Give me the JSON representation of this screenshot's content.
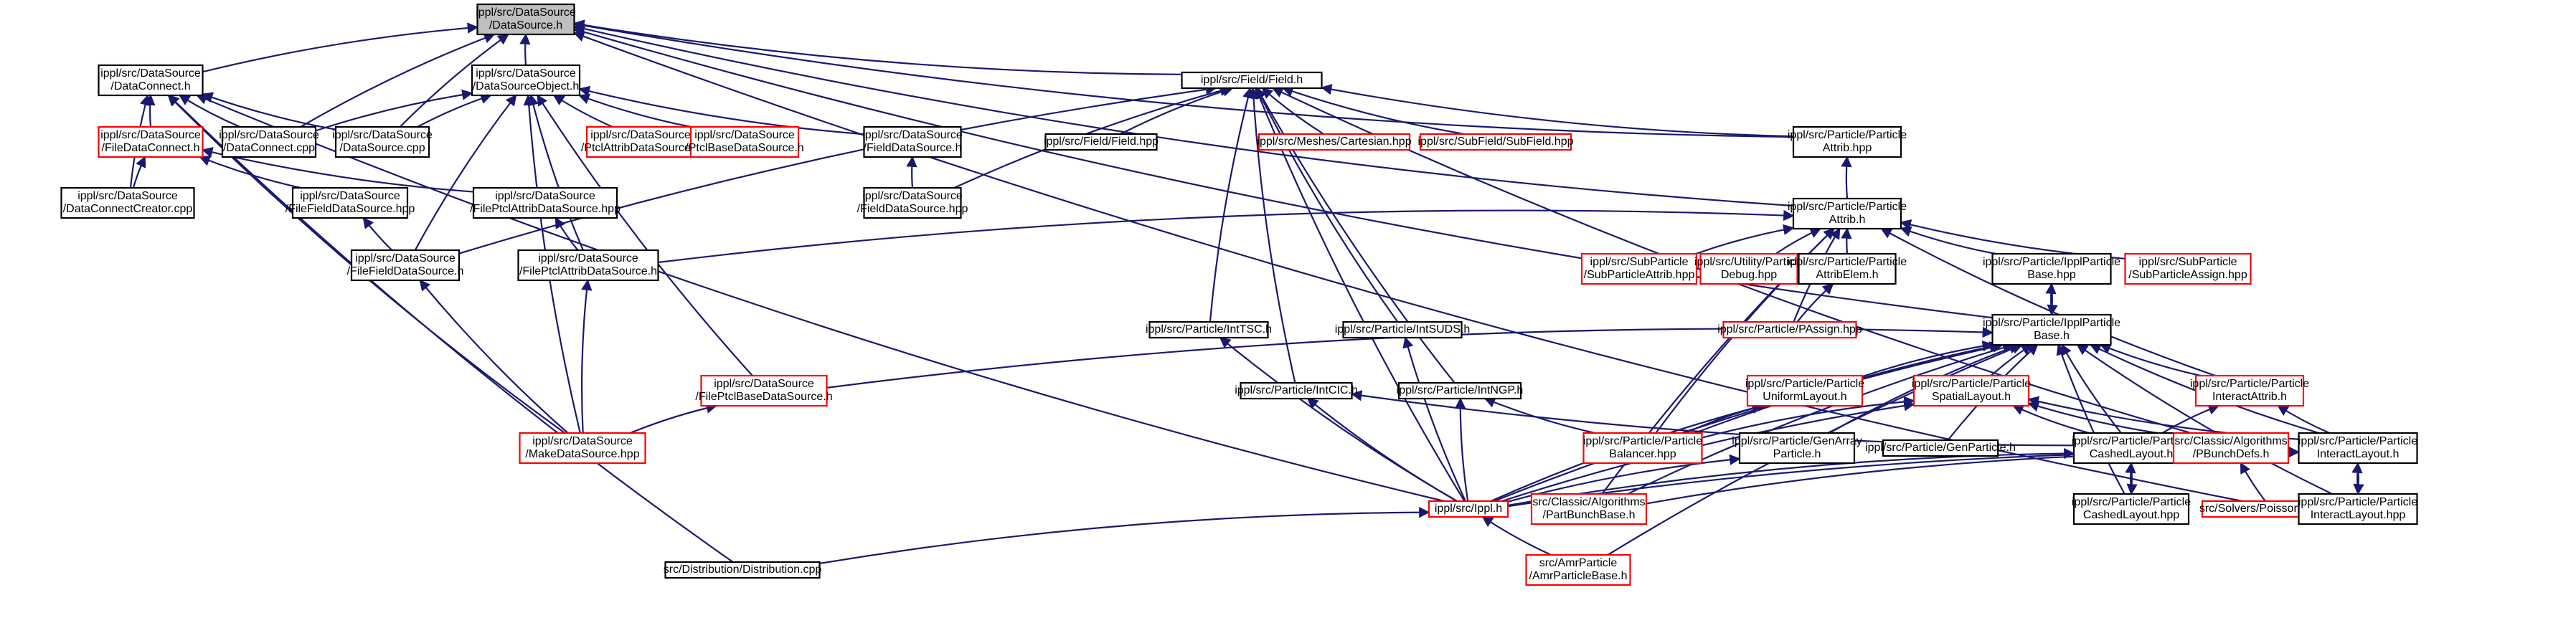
{
  "graph": {
    "edge_color": "#191970",
    "root_fill": "#bfbfbf",
    "nodes": [
      {
        "id": "n0",
        "lines": [
          "ippl/src/DataSource",
          "/DataSource.h"
        ],
        "color": "root"
      },
      {
        "id": "n1",
        "lines": [
          "ippl/src/DataSource",
          "/DataConnect.h"
        ],
        "color": "black"
      },
      {
        "id": "n2",
        "lines": [
          "ippl/src/DataSource",
          "/DataSourceObject.h"
        ],
        "color": "black"
      },
      {
        "id": "n3",
        "lines": [
          "ippl/src/Field/Field.h"
        ],
        "color": "black"
      },
      {
        "id": "n4",
        "lines": [
          "ippl/src/DataSource",
          "/FileDataConnect.h"
        ],
        "color": "red"
      },
      {
        "id": "n5",
        "lines": [
          "ippl/src/DataSource",
          "/DataConnect.cpp"
        ],
        "color": "black"
      },
      {
        "id": "n6",
        "lines": [
          "ippl/src/DataSource",
          "/DataSource.cpp"
        ],
        "color": "black"
      },
      {
        "id": "n7",
        "lines": [
          "ippl/src/DataSource",
          "/PtclAttribDataSource.h"
        ],
        "color": "red"
      },
      {
        "id": "n8",
        "lines": [
          "ippl/src/DataSource",
          "/PtclBaseDataSource.h"
        ],
        "color": "red"
      },
      {
        "id": "n9",
        "lines": [
          "ippl/src/DataSource",
          "/FieldDataSource.h"
        ],
        "color": "black"
      },
      {
        "id": "n10",
        "lines": [
          "ippl/src/Field/Field.hpp"
        ],
        "color": "black"
      },
      {
        "id": "n11",
        "lines": [
          "ippl/src/Meshes/Cartesian.hpp"
        ],
        "color": "red"
      },
      {
        "id": "n12",
        "lines": [
          "ippl/src/SubField/SubField.hpp"
        ],
        "color": "red"
      },
      {
        "id": "n13",
        "lines": [
          "ippl/src/Particle/Particle",
          "Attrib.hpp"
        ],
        "color": "black"
      },
      {
        "id": "n14",
        "lines": [
          "ippl/src/DataSource",
          "/DataConnectCreator.cpp"
        ],
        "color": "black"
      },
      {
        "id": "n15",
        "lines": [
          "ippl/src/DataSource",
          "/FileFieldDataSource.hpp"
        ],
        "color": "black"
      },
      {
        "id": "n16",
        "lines": [
          "ippl/src/DataSource",
          "/FilePtclAttribDataSource.hpp"
        ],
        "color": "black"
      },
      {
        "id": "n17",
        "lines": [
          "ippl/src/DataSource",
          "/FieldDataSource.hpp"
        ],
        "color": "black"
      },
      {
        "id": "n18",
        "lines": [
          "ippl/src/Particle/Particle",
          "Attrib.h"
        ],
        "color": "black"
      },
      {
        "id": "n19",
        "lines": [
          "ippl/src/DataSource",
          "/FileFieldDataSource.h"
        ],
        "color": "black"
      },
      {
        "id": "n20",
        "lines": [
          "ippl/src/DataSource",
          "/FilePtclAttribDataSource.h"
        ],
        "color": "black"
      },
      {
        "id": "n21",
        "lines": [
          "ippl/src/SubParticle",
          "/SubParticleAttrib.hpp"
        ],
        "color": "red"
      },
      {
        "id": "n22",
        "lines": [
          "ippl/src/Utility/Particle",
          "Debug.hpp"
        ],
        "color": "red"
      },
      {
        "id": "n23",
        "lines": [
          "ippl/src/Particle/Particle",
          "AttribElem.h"
        ],
        "color": "black"
      },
      {
        "id": "n24",
        "lines": [
          "ippl/src/Particle/IpplParticle",
          "Base.hpp"
        ],
        "color": "black"
      },
      {
        "id": "n25",
        "lines": [
          "ippl/src/SubParticle",
          "/SubParticleAssign.hpp"
        ],
        "color": "red"
      },
      {
        "id": "n26",
        "lines": [
          "ippl/src/Particle/IntTSC.h"
        ],
        "color": "black"
      },
      {
        "id": "n27",
        "lines": [
          "ippl/src/Particle/IntSUDS.h"
        ],
        "color": "black"
      },
      {
        "id": "n28",
        "lines": [
          "ippl/src/Particle/PAssign.hpp"
        ],
        "color": "red"
      },
      {
        "id": "n29",
        "lines": [
          "ippl/src/Particle/IpplParticle",
          "Base.h"
        ],
        "color": "black"
      },
      {
        "id": "n30",
        "lines": [
          "ippl/src/DataSource",
          "/FilePtclBaseDataSource.h"
        ],
        "color": "red"
      },
      {
        "id": "n31",
        "lines": [
          "ippl/src/Particle/IntCIC.h"
        ],
        "color": "black"
      },
      {
        "id": "n32",
        "lines": [
          "ippl/src/Particle/IntNGP.h"
        ],
        "color": "black"
      },
      {
        "id": "n33",
        "lines": [
          "ippl/src/Particle/Particle",
          "UniformLayout.h"
        ],
        "color": "red"
      },
      {
        "id": "n34",
        "lines": [
          "ippl/src/Particle/Particle",
          "SpatialLayout.h"
        ],
        "color": "red"
      },
      {
        "id": "n35",
        "lines": [
          "ippl/src/Particle/Particle",
          "InteractAttrib.h"
        ],
        "color": "red"
      },
      {
        "id": "n36",
        "lines": [
          "ippl/src/DataSource",
          "/MakeDataSource.hpp"
        ],
        "color": "red"
      },
      {
        "id": "n37",
        "lines": [
          "ippl/src/Particle/Particle",
          "Balancer.hpp"
        ],
        "color": "red"
      },
      {
        "id": "n38",
        "lines": [
          "ippl/src/Particle/GenArray",
          "Particle.h"
        ],
        "color": "black"
      },
      {
        "id": "n39",
        "lines": [
          "ippl/src/Particle/GenParticle.h"
        ],
        "color": "black"
      },
      {
        "id": "n40",
        "lines": [
          "ippl/src/Particle/Particle",
          "CashedLayout.h"
        ],
        "color": "black"
      },
      {
        "id": "n41",
        "lines": [
          "src/Classic/Algorithms",
          "/PBunchDefs.h"
        ],
        "color": "red"
      },
      {
        "id": "n42",
        "lines": [
          "ippl/src/Particle/Particle",
          "InteractLayout.h"
        ],
        "color": "black"
      },
      {
        "id": "n43",
        "lines": [
          "ippl/src/Ippl.h"
        ],
        "color": "red"
      },
      {
        "id": "n44",
        "lines": [
          "src/Classic/Algorithms",
          "/PartBunchBase.h"
        ],
        "color": "red"
      },
      {
        "id": "n45",
        "lines": [
          "ippl/src/Particle/Particle",
          "CashedLayout.hpp"
        ],
        "color": "black"
      },
      {
        "id": "n46",
        "lines": [
          "src/Solvers/PoissonSolver.h"
        ],
        "color": "red"
      },
      {
        "id": "n47",
        "lines": [
          "ippl/src/Particle/Particle",
          "InteractLayout.hpp"
        ],
        "color": "black"
      },
      {
        "id": "n48",
        "lines": [
          "src/Distribution/Distribution.cpp"
        ],
        "color": "black"
      },
      {
        "id": "n49",
        "lines": [
          "src/AmrParticle",
          "/AmrParticleBase.h"
        ],
        "color": "red"
      }
    ],
    "edges": [
      [
        "n1",
        "n0"
      ],
      [
        "n2",
        "n0"
      ],
      [
        "n3",
        "n0"
      ],
      [
        "n5",
        "n0"
      ],
      [
        "n6",
        "n0"
      ],
      [
        "n13",
        "n0"
      ],
      [
        "n18",
        "n0"
      ],
      [
        "n29",
        "n0"
      ],
      [
        "n46",
        "n0"
      ],
      [
        "n4",
        "n1"
      ],
      [
        "n5",
        "n1"
      ],
      [
        "n6",
        "n1"
      ],
      [
        "n14",
        "n1"
      ],
      [
        "n36",
        "n1"
      ],
      [
        "n43",
        "n1"
      ],
      [
        "n48",
        "n1"
      ],
      [
        "n14",
        "n4"
      ],
      [
        "n15",
        "n4"
      ],
      [
        "n16",
        "n4"
      ],
      [
        "n5",
        "n2"
      ],
      [
        "n6",
        "n2"
      ],
      [
        "n7",
        "n2"
      ],
      [
        "n8",
        "n2"
      ],
      [
        "n9",
        "n2"
      ],
      [
        "n19",
        "n2"
      ],
      [
        "n20",
        "n2"
      ],
      [
        "n30",
        "n2"
      ],
      [
        "n36",
        "n2"
      ],
      [
        "n17",
        "n9"
      ],
      [
        "n10",
        "n3"
      ],
      [
        "n11",
        "n3"
      ],
      [
        "n12",
        "n3"
      ],
      [
        "n13",
        "n3"
      ],
      [
        "n17",
        "n3"
      ],
      [
        "n19",
        "n3"
      ],
      [
        "n26",
        "n3"
      ],
      [
        "n27",
        "n3"
      ],
      [
        "n31",
        "n3"
      ],
      [
        "n32",
        "n3"
      ],
      [
        "n41",
        "n3"
      ],
      [
        "n43",
        "n3"
      ],
      [
        "n19",
        "n15"
      ],
      [
        "n20",
        "n16"
      ],
      [
        "n36",
        "n19"
      ],
      [
        "n36",
        "n20"
      ],
      [
        "n18",
        "n13"
      ],
      [
        "n20",
        "n18"
      ],
      [
        "n21",
        "n18"
      ],
      [
        "n22",
        "n18"
      ],
      [
        "n23",
        "n18"
      ],
      [
        "n24",
        "n18"
      ],
      [
        "n25",
        "n18"
      ],
      [
        "n28",
        "n18"
      ],
      [
        "n35",
        "n18"
      ],
      [
        "n37",
        "n18"
      ],
      [
        "n44",
        "n18"
      ],
      [
        "n28",
        "n23"
      ],
      [
        "n29",
        "n24"
      ],
      [
        "n24",
        "n29"
      ],
      [
        "n30",
        "n29"
      ],
      [
        "n33",
        "n29"
      ],
      [
        "n34",
        "n29"
      ],
      [
        "n35",
        "n29"
      ],
      [
        "n37",
        "n29"
      ],
      [
        "n38",
        "n29"
      ],
      [
        "n39",
        "n29"
      ],
      [
        "n40",
        "n29"
      ],
      [
        "n42",
        "n29"
      ],
      [
        "n43",
        "n29"
      ],
      [
        "n44",
        "n29"
      ],
      [
        "n45",
        "n29"
      ],
      [
        "n47",
        "n29"
      ],
      [
        "n49",
        "n29"
      ],
      [
        "n36",
        "n30"
      ],
      [
        "n43",
        "n26"
      ],
      [
        "n43",
        "n27"
      ],
      [
        "n43",
        "n31"
      ],
      [
        "n41",
        "n31"
      ],
      [
        "n37",
        "n32"
      ],
      [
        "n43",
        "n32"
      ],
      [
        "n37",
        "n33"
      ],
      [
        "n43",
        "n33"
      ],
      [
        "n37",
        "n34"
      ],
      [
        "n40",
        "n34"
      ],
      [
        "n41",
        "n34"
      ],
      [
        "n42",
        "n34"
      ],
      [
        "n43",
        "n34"
      ],
      [
        "n40",
        "n35"
      ],
      [
        "n42",
        "n35"
      ],
      [
        "n43",
        "n38"
      ],
      [
        "n43",
        "n40"
      ],
      [
        "n45",
        "n40"
      ],
      [
        "n40",
        "n45"
      ],
      [
        "n42",
        "n47"
      ],
      [
        "n47",
        "n42"
      ],
      [
        "n43",
        "n42"
      ],
      [
        "n44",
        "n41"
      ],
      [
        "n46",
        "n41"
      ],
      [
        "n48",
        "n43"
      ],
      [
        "n49",
        "n43"
      ]
    ]
  }
}
